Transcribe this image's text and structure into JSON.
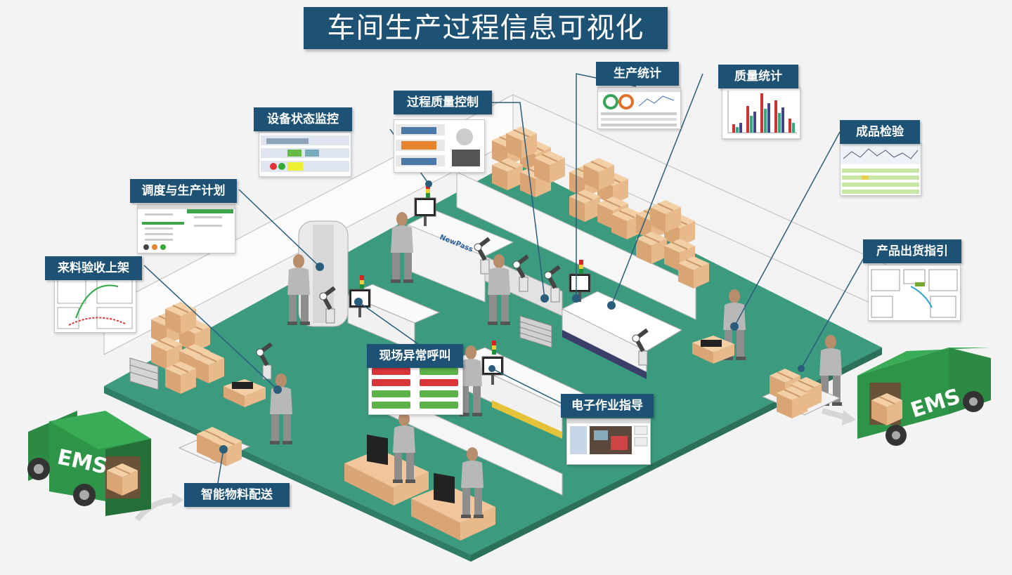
{
  "title": "车间生产过程信息可视化",
  "labels": {
    "production_stats": "生产统计",
    "quality_stats": "质量统计",
    "process_quality": "过程质量控制",
    "equipment_monitor": "设备状态监控",
    "finished_inspection": "成品检验",
    "scheduling": "调度与生产计划",
    "shipping_guide": "产品出货指引",
    "receiving": "来料验收上架",
    "andon": "现场异常呼叫",
    "work_instruction": "电子作业指导",
    "material_delivery": "智能物料配送"
  },
  "truck_text": "EMS",
  "machine_brand": "NewPass",
  "colors": {
    "label_bg": "#1d5275",
    "floor": "#3c9a7f",
    "truck": "#2e9548",
    "box": "#e8b98a",
    "wall": "#f7f7f7"
  }
}
